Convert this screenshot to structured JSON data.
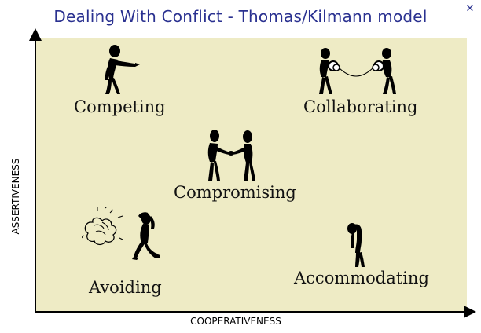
{
  "title": "Dealing With Conflict - Thomas/Kilmann model",
  "close_icon": "close-icon",
  "accent_color": "#2a3190",
  "plot_background": "#eeebc5",
  "axes": {
    "y_label": "ASSERTIVENESS",
    "x_label": "COOPERATIVENESS"
  },
  "styles": {
    "competing": {
      "label": "Competing",
      "icon": "pointing-figure-icon"
    },
    "collaborating": {
      "label": "Collaborating",
      "icon": "two-figures-pulling-icon"
    },
    "compromising": {
      "label": "Compromising",
      "icon": "handshake-figures-icon"
    },
    "avoiding": {
      "label": "Avoiding",
      "icon": "cowering-figure-icon"
    },
    "accommodating": {
      "label": "Accommodating",
      "icon": "bowing-figure-icon"
    }
  }
}
